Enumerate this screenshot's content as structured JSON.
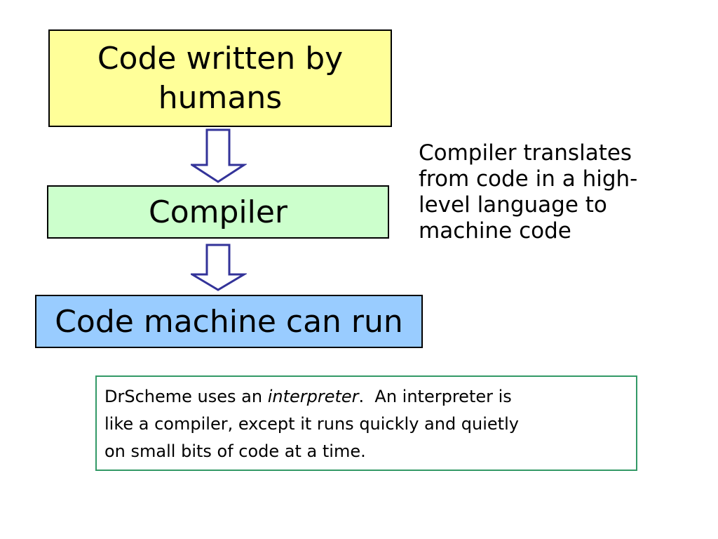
{
  "diagram": {
    "boxes": [
      {
        "id": "humans",
        "lines": [
          "Code written by",
          "humans"
        ],
        "fill": "#ffff99"
      },
      {
        "id": "compiler",
        "text": "Compiler",
        "fill": "#ccffcc"
      },
      {
        "id": "machine",
        "text": "Code machine can run",
        "fill": "#99ccff"
      }
    ],
    "arrows": [
      {
        "from": "humans",
        "to": "compiler"
      },
      {
        "from": "compiler",
        "to": "machine"
      }
    ],
    "arrow_color": "#333399"
  },
  "side_note": {
    "lines": [
      "Compiler translates",
      "from code in a high-",
      "level language to",
      "machine code"
    ]
  },
  "note_box": {
    "line1_before": "DrScheme uses an ",
    "line1_italic": "interpreter",
    "line1_after": ".  An interpreter is",
    "line2": "like a compiler, except it runs quickly and quietly",
    "line3": "on small bits of code at a time.",
    "border_color": "#339966"
  }
}
